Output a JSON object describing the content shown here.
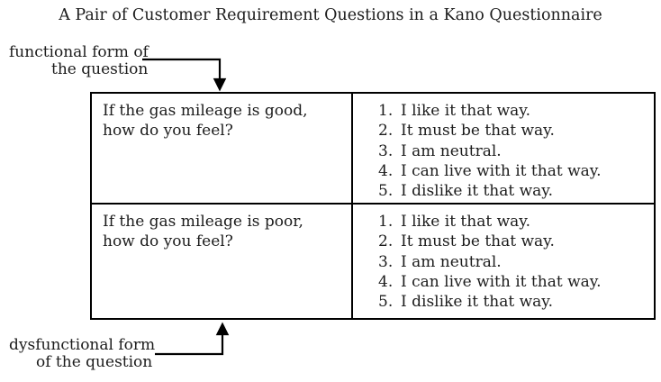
{
  "title": "A Pair of Customer Requirement Questions in a Kano Questionnaire",
  "annotations": {
    "functional": {
      "line1": "functional form of",
      "line2": "the question"
    },
    "dysfunctional": {
      "line1": "dysfunctional form",
      "line2": "of the question"
    }
  },
  "table": {
    "rows": [
      {
        "question": "If the gas mileage is good,\nhow do you feel?",
        "options": [
          {
            "num": "1.",
            "text": "I like it that way."
          },
          {
            "num": "2.",
            "text": "It must be that way."
          },
          {
            "num": "3.",
            "text": "I am neutral."
          },
          {
            "num": "4.",
            "text": "I can live with it that way."
          },
          {
            "num": "5.",
            "text": "I dislike it that way."
          }
        ]
      },
      {
        "question": "If the gas mileage is poor,\nhow do you feel?",
        "options": [
          {
            "num": "1.",
            "text": "I like it that way."
          },
          {
            "num": "2.",
            "text": "It must be that way."
          },
          {
            "num": "3.",
            "text": "I am neutral."
          },
          {
            "num": "4.",
            "text": "I can live with it that way."
          },
          {
            "num": "5.",
            "text": "I dislike it that way."
          }
        ]
      }
    ]
  },
  "colors": {
    "text": "#1c1c1c",
    "border": "#000000",
    "background": "#ffffff"
  }
}
